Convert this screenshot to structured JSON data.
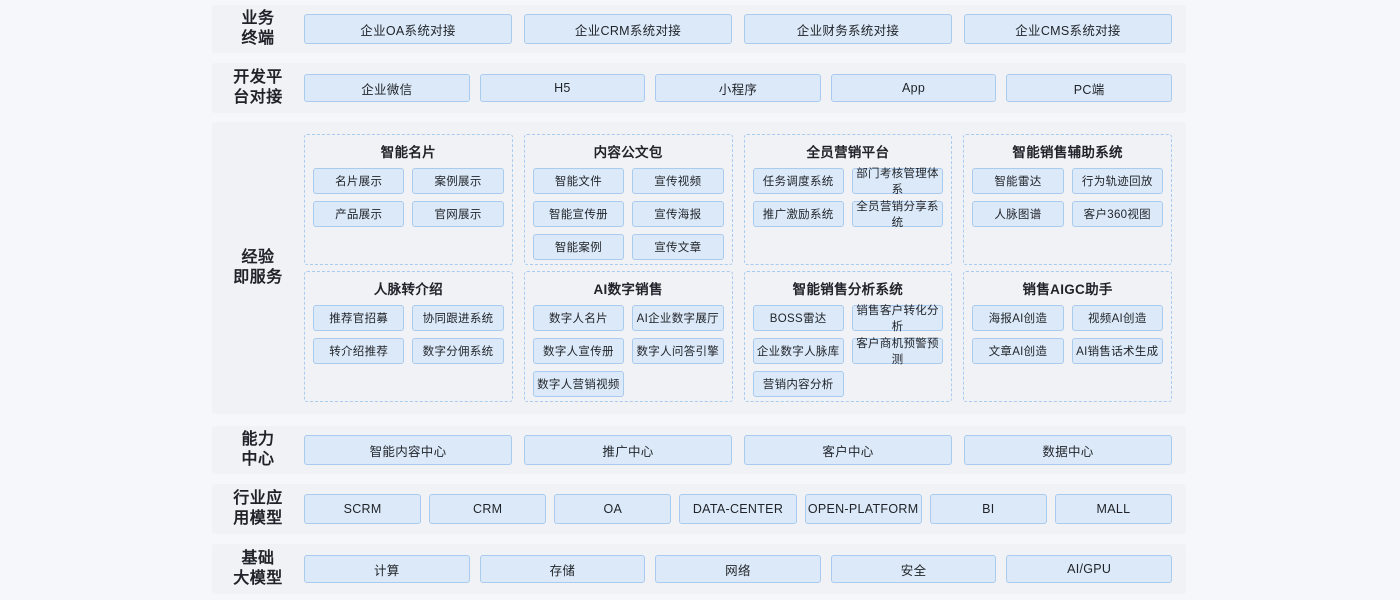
{
  "theme": {
    "page_bg": "#f5f7fa",
    "band_bg": "#f1f2f5",
    "chip_bg": "#dce9f8",
    "chip_border": "#a9cbef",
    "text": "#1f2329"
  },
  "bands": {
    "business": {
      "label": "业务\n终端",
      "items": [
        "企业OA系统对接",
        "企业CRM系统对接",
        "企业财务系统对接",
        "企业CMS系统对接"
      ]
    },
    "devplat": {
      "label": "开发平\n台对接",
      "items": [
        "企业微信",
        "H5",
        "小程序",
        "App",
        "PC端"
      ]
    },
    "capability": {
      "label": "能力\n中心",
      "items": [
        "智能内容中心",
        "推广中心",
        "客户中心",
        "数据中心"
      ]
    },
    "industry": {
      "label": "行业应\n用模型",
      "items": [
        "SCRM",
        "CRM",
        "OA",
        "DATA-CENTER",
        "OPEN-PLATFORM",
        "BI",
        "MALL"
      ]
    },
    "foundation": {
      "label": "基础\n大模型",
      "items": [
        "计算",
        "存储",
        "网络",
        "安全",
        "AI/GPU"
      ]
    }
  },
  "main": {
    "label": "经验\n即服务",
    "rows": [
      {
        "groups": [
          {
            "title": "智能名片",
            "items": [
              "名片展示",
              "案例展示",
              "产品展示",
              "官网展示"
            ]
          },
          {
            "title": "内容公文包",
            "items": [
              "智能文件",
              "宣传视频",
              "智能宣传册",
              "宣传海报",
              "智能案例",
              "宣传文章"
            ]
          },
          {
            "title": "全员营销平台",
            "items": [
              "任务调度系统",
              "部门考核管理体系",
              "推广激励系统",
              "全员营销分享系统"
            ]
          },
          {
            "title": "智能销售辅助系统",
            "items": [
              "智能雷达",
              "行为轨迹回放",
              "人脉图谱",
              "客户360视图"
            ]
          }
        ]
      },
      {
        "groups": [
          {
            "title": "人脉转介绍",
            "items": [
              "推荐官招募",
              "协同跟进系统",
              "转介绍推荐",
              "数字分佣系统"
            ]
          },
          {
            "title": "AI数字销售",
            "items": [
              "数字人名片",
              "AI企业数字展厅",
              "数字人宣传册",
              "数字人问答引擎",
              "数字人营销视频"
            ]
          },
          {
            "title": "智能销售分析系统",
            "items": [
              "BOSS雷达",
              "销售客户转化分析",
              "企业数字人脉库",
              "客户商机预警预测",
              "营销内容分析"
            ]
          },
          {
            "title": "销售AIGC助手",
            "items": [
              "海报AI创造",
              "视频AI创造",
              "文章AI创造",
              "AI销售话术生成"
            ]
          }
        ]
      }
    ]
  }
}
